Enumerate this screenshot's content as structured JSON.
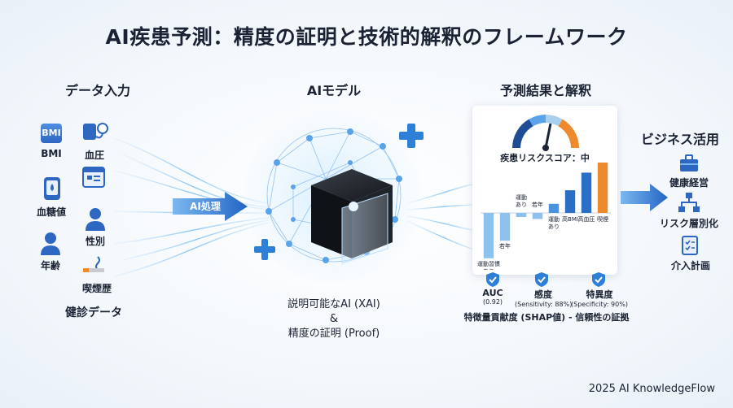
{
  "title": "AI疾患予測：精度の証明と技術的解釈のフレームワーク",
  "sections": {
    "input": "データ入力",
    "model": "AIモデル",
    "result": "予測結果と解釈",
    "business": "ビジネス活用"
  },
  "inputs": {
    "bmi_badge": "BMI",
    "bmi": "BMI",
    "blood_pressure": "血圧",
    "blood_sugar": "血糖値",
    "sex": "性別",
    "age": "年齢",
    "smoking": "喫煙歴",
    "checkup": "健診データ"
  },
  "process_label": "AI処理",
  "model_caption": {
    "line1": "説明可能なAI (XAI)",
    "line2": "&",
    "line3": "精度の証明 (Proof)"
  },
  "result": {
    "risk_label": "疾患リスクスコア：中",
    "gauge_level": "中",
    "metrics": [
      {
        "name": "AUC",
        "value": "(0.92)"
      },
      {
        "name": "感度",
        "value": "(Sensitivity: 88%)"
      },
      {
        "name": "特異度",
        "value": "(Specificity: 90%)"
      }
    ],
    "caption": "特徴量貢献度 (SHAP値) - 信頼性の証拠"
  },
  "chart_data": {
    "type": "bar",
    "categories": [
      "運動習慣あり",
      "若年",
      "運動あり",
      "若年",
      "運動あり",
      "高BMI",
      "高血圧",
      "喫煙"
    ],
    "category_display": [
      "運動習慣\nあり",
      "若年",
      "運動\nあり",
      "若年",
      "運動\nあり",
      "高BMI",
      "高血圧",
      "喫煙"
    ],
    "values": [
      -0.9,
      -0.55,
      -0.08,
      -0.12,
      0.18,
      0.45,
      0.8,
      1.0
    ],
    "colors": [
      "#8ec2ee",
      "#8ec2ee",
      "#8ec2ee",
      "#8ec2ee",
      "#4a92de",
      "#2a6fc6",
      "#2a6fc6",
      "#ef8a2c"
    ],
    "xlabel": "",
    "ylabel": ""
  },
  "business": {
    "items": [
      "健康経営",
      "リスク層別化",
      "介入計画"
    ]
  },
  "copyright": "2025 AI KnowledgeFlow",
  "colors": {
    "accent": "#2e7fd8",
    "orange": "#ef8a2c",
    "dark": "#1a2233"
  }
}
